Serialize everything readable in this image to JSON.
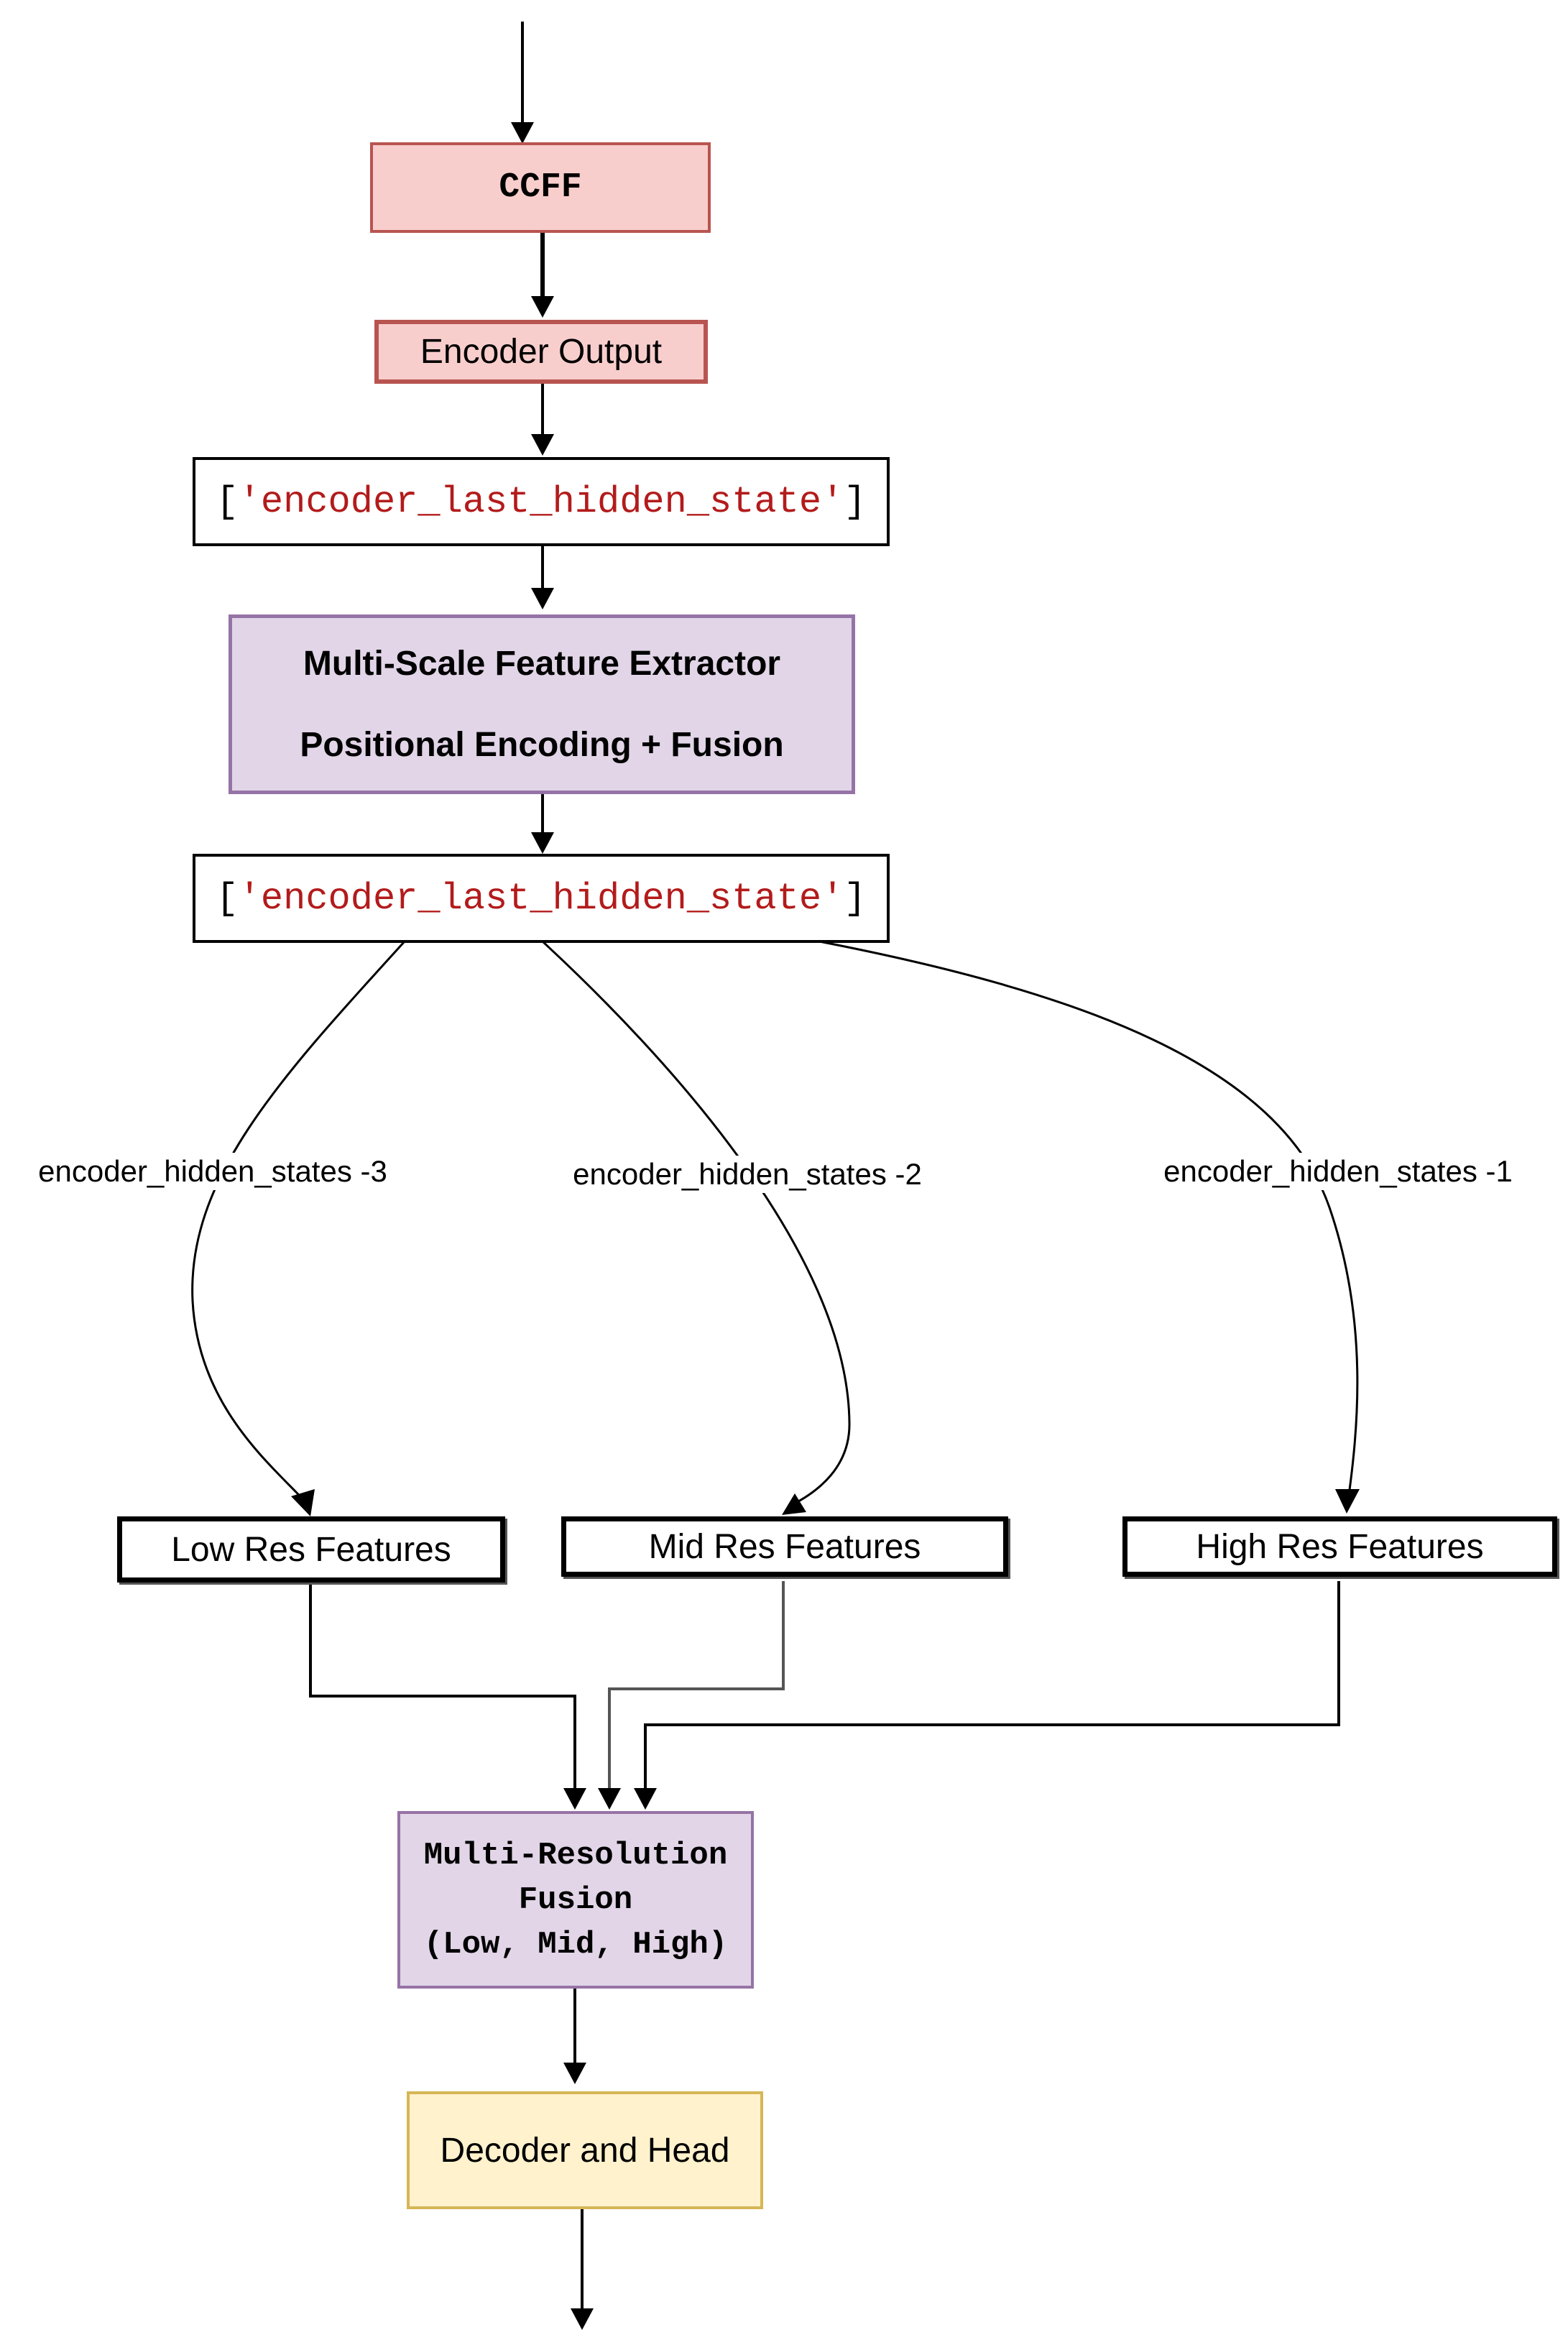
{
  "nodes": {
    "ccff": "CCFF",
    "encoder_output": "Encoder Output",
    "state_1": {
      "open": "[",
      "value": "'encoder_last_hidden_state'",
      "close": "]"
    },
    "extractor": {
      "line1": "Multi-Scale Feature Extractor",
      "line2": "Positional Encoding + Fusion"
    },
    "state_2": {
      "open": "[",
      "value": "'encoder_last_hidden_state'",
      "close": "]"
    },
    "low_res": "Low Res Features",
    "mid_res": "Mid Res Features",
    "high_res": "High Res Features",
    "fusion": {
      "line1": "Multi-Resolution",
      "line2": "Fusion",
      "line3": "(Low, Mid, High)"
    },
    "decoder": "Decoder and Head"
  },
  "edge_labels": {
    "to_low": "encoder_hidden_states -3",
    "to_mid": "encoder_hidden_states -2",
    "to_high": "encoder_hidden_states -1"
  },
  "colors": {
    "pink_fill": "#f8cecc",
    "pink_border": "#b85450",
    "purple_fill": "#e1d5e7",
    "purple_border": "#9673a6",
    "yellow_fill": "#fff2cc",
    "yellow_border": "#d6b656",
    "string_literal": "#b31b1b"
  }
}
